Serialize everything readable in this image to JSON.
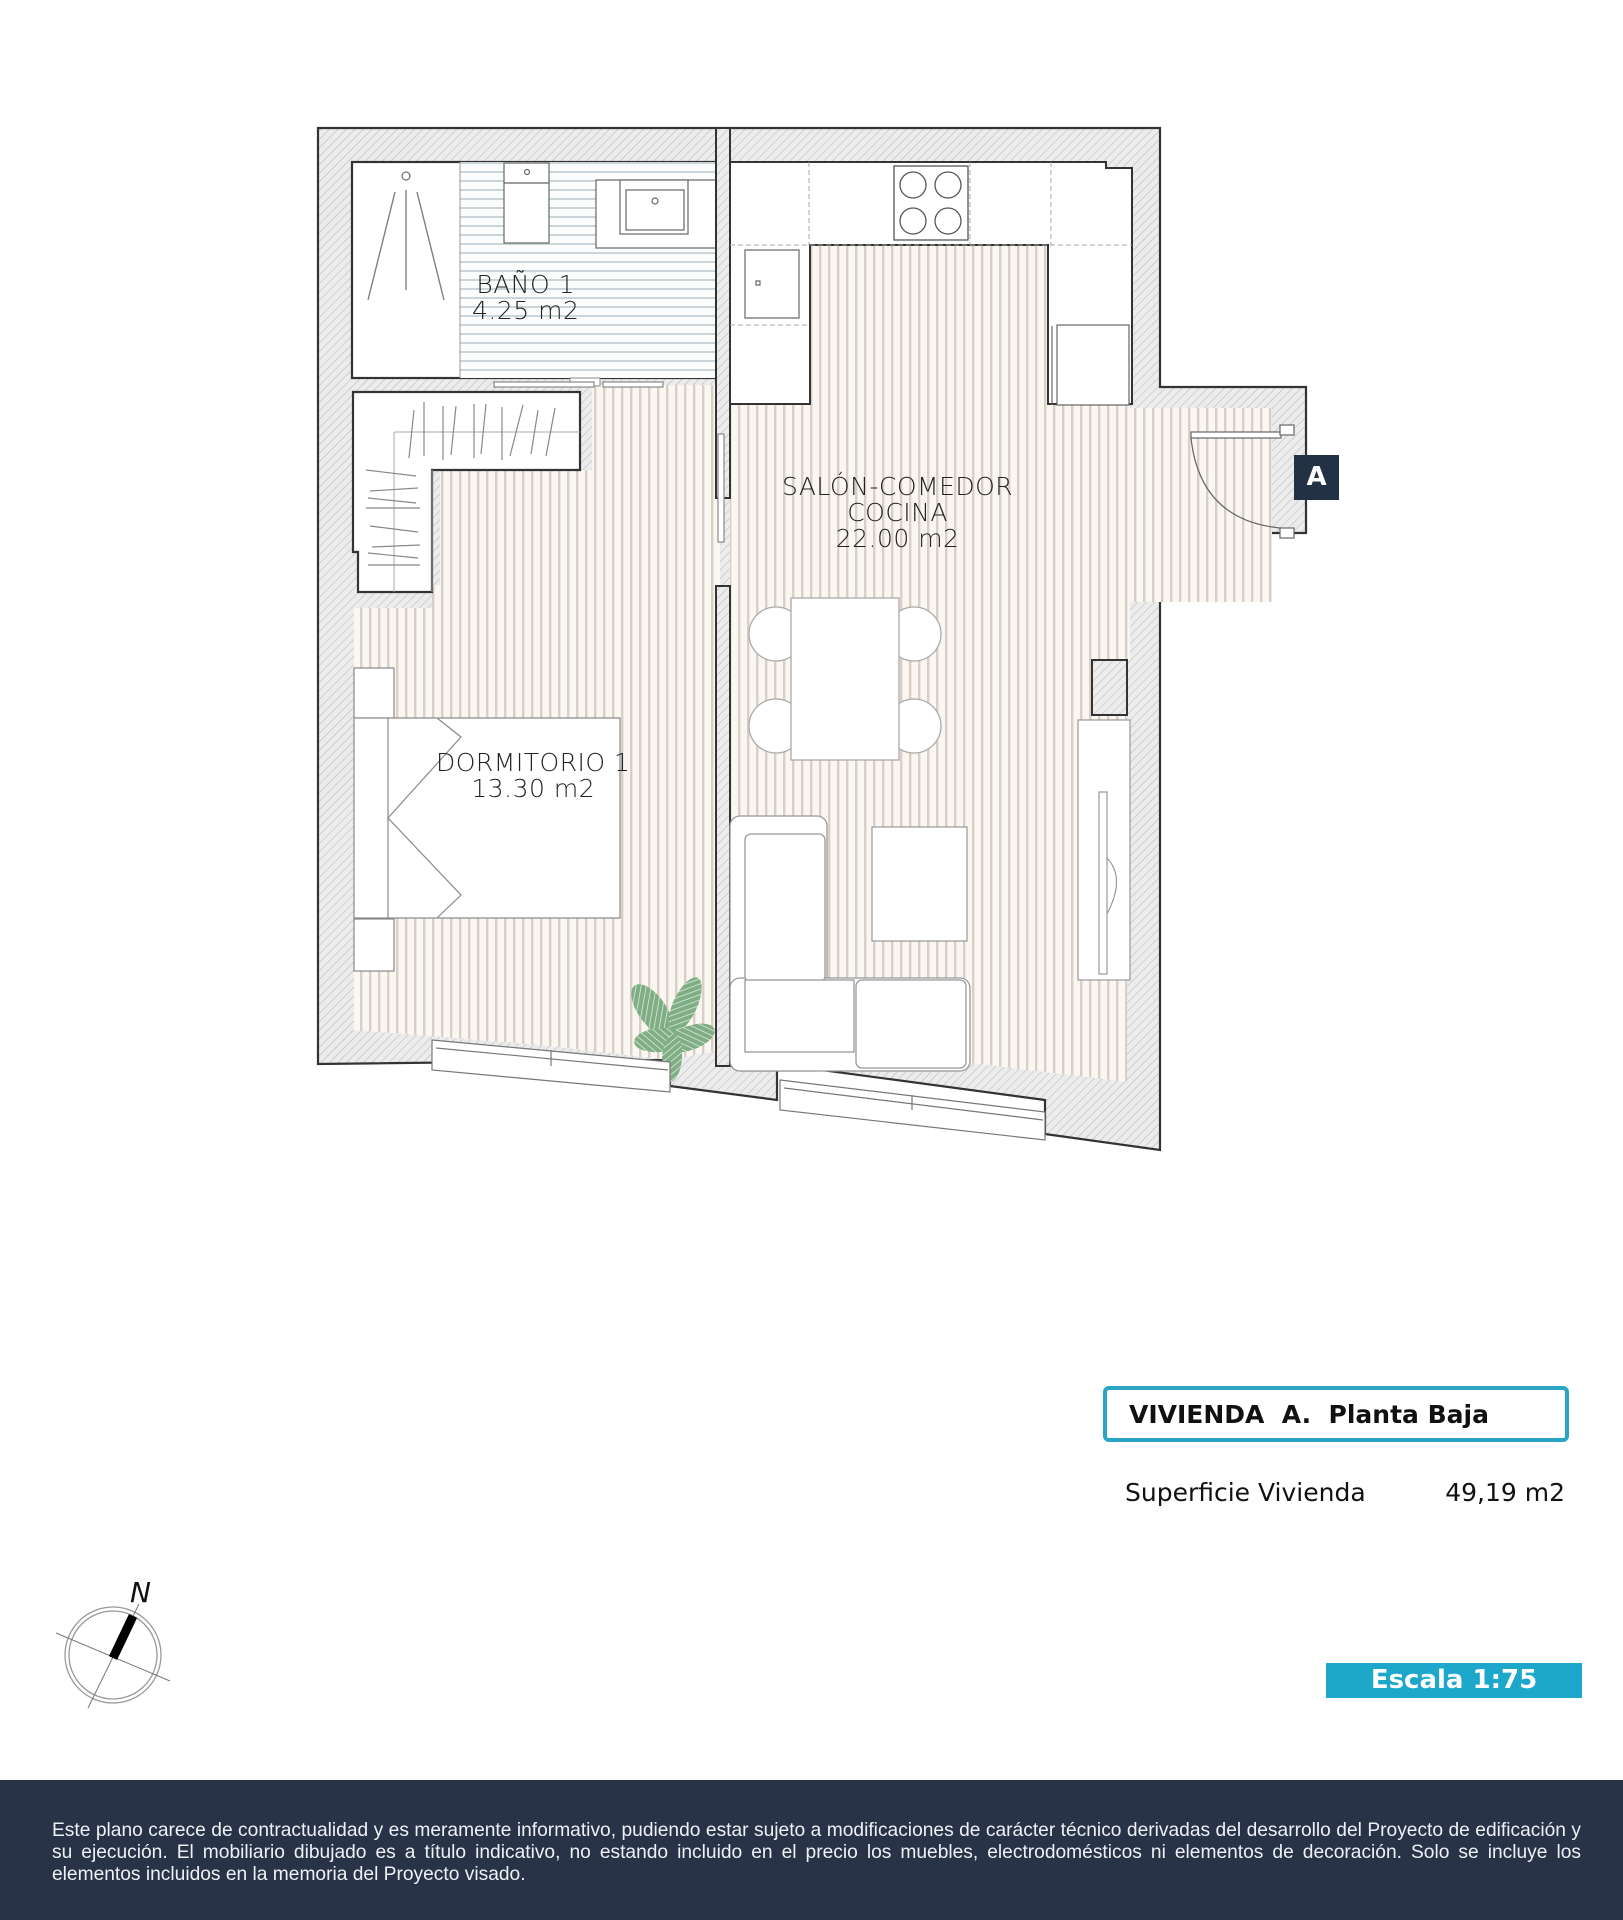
{
  "plan": {
    "entry_badge": "A",
    "rooms": [
      {
        "id": "bano-1",
        "name": "BAÑO 1",
        "area": "4.25 m2"
      },
      {
        "id": "salon-comedor-cocina",
        "name_line1": "SALÓN-COMEDOR",
        "name_line2": "COCINA",
        "area": "22.00 m2"
      },
      {
        "id": "dormitorio-1",
        "name": "DORMITORIO 1",
        "area": "13.30 m2"
      }
    ],
    "colors": {
      "wall_fill": "#e6e6e6",
      "wall_stroke": "#333333",
      "floor_wood_stripe": "#d9cfc4",
      "floor_wood_bg": "#faf7f2",
      "bath_tile_stripe": "#c9d5d8",
      "plant": "#7fae84"
    }
  },
  "title_block": {
    "title": "VIVIENDA  A.  Planta Baja",
    "area_label": "Superficie Vivienda",
    "area_value": "49,19 m2",
    "scale": "Escala 1:75",
    "accent_color": "#1da7cb"
  },
  "compass": {
    "north_label": "N"
  },
  "footer": {
    "disclaimer": "Este plano carece de contractualidad y es meramente informativo, pudiendo estar sujeto a modificaciones de carácter técnico derivadas del desarrollo del Proyecto de edificación y su ejecución. El mobiliario dibujado es a título indicativo, no estando incluido en el precio los muebles, electrodomésticos ni elementos de decoración. Solo se incluye los elementos incluidos en la memoria del Proyecto visado."
  }
}
